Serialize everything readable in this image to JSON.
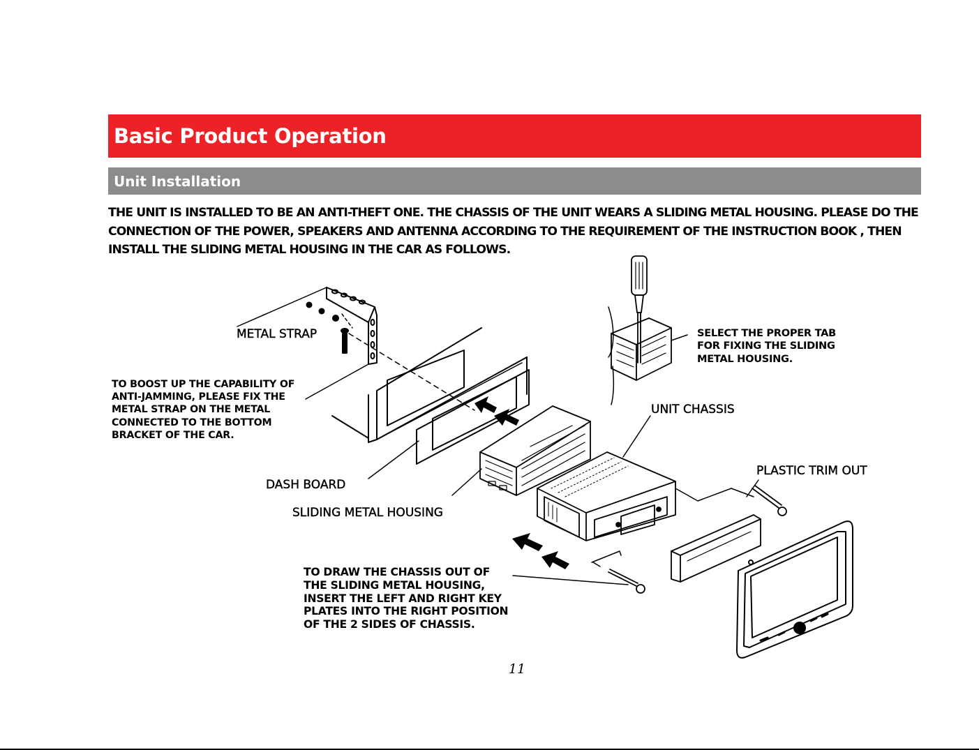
{
  "header": {
    "section_title": "Basic Product Operation",
    "subsection_title": "Unit Installation",
    "accent_color": "#ec2227",
    "subbar_color": "#8c8c8c"
  },
  "intro": {
    "lines": [
      "THE UNIT IS INSTALLED TO BE AN ANTI-THEFT ONE. THE CHASSIS OF THE UNIT WEARS A SLIDING METAL HOUSING. PLEASE DO THE",
      "CONNECTION OF THE POWER, SPEAKERS AND ANTENNA ACCORDING TO THE REQUIREMENT OF THE INSTRUCTION BOOK , THEN",
      "INSTALL THE SLIDING METAL HOUSING IN THE CAR AS FOLLOWS."
    ]
  },
  "diagram": {
    "labels": {
      "metal_strap": "METAL STRAP",
      "dash_board": "DASH BOARD",
      "sliding_metal_housing": "SLIDING METAL HOUSING",
      "unit_chassis": "UNIT CHASSIS",
      "plastic_trim_out": "PLASTIC TRIM OUT"
    },
    "notes": {
      "anti_jamming": [
        "TO BOOST UP THE CAPABILITY OF",
        "ANTI-JAMMING, PLEASE FIX THE",
        "METAL STRAP ON THE METAL",
        "CONNECTED TO THE BOTTOM",
        "BRACKET OF THE CAR."
      ],
      "select_tab": [
        "SELECT THE PROPER TAB",
        "FOR FIXING THE SLIDING",
        "METAL HOUSING."
      ],
      "draw_chassis": [
        "TO DRAW THE CHASSIS OUT OF",
        "THE SLIDING METAL HOUSING,",
        "INSERT THE LEFT AND RIGHT KEY",
        "PLATES INTO THE RIGHT POSITION",
        "OF THE 2 SIDES OF CHASSIS."
      ]
    }
  },
  "footer": {
    "page_number": "11"
  }
}
